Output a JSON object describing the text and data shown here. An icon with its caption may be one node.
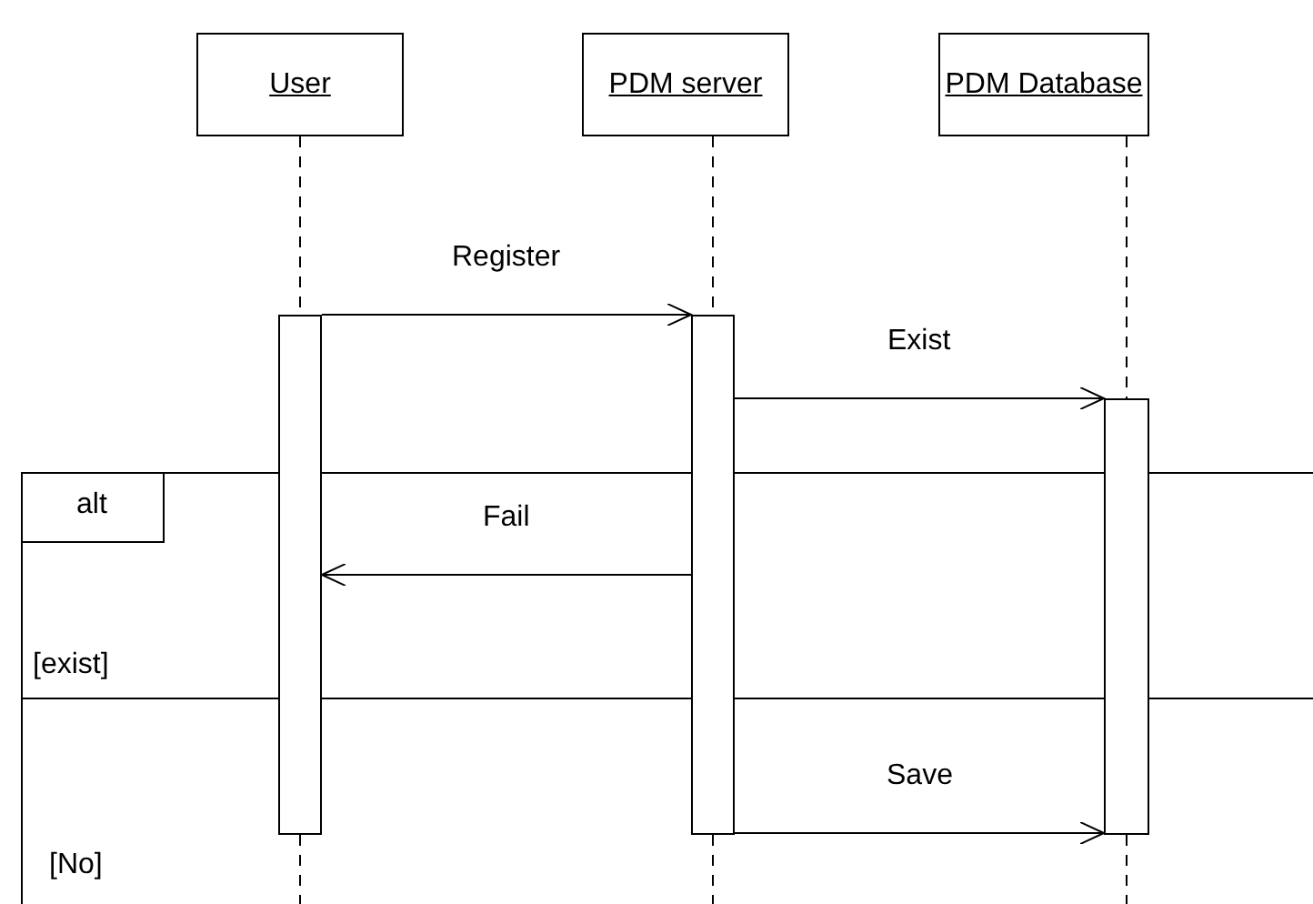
{
  "diagram": {
    "nodes": [
      {
        "text": [
          "User"
        ]
      },
      {
        "text": [
          "PDM server"
        ]
      },
      {
        "text": [
          "PDM Database"
        ]
      },
      {
        "text": [],
        "shape": "bar"
      },
      {
        "text": [],
        "shape": "bar"
      },
      {
        "text": [],
        "shape": "bar"
      }
    ],
    "edges": [
      {
        "from": 0,
        "to": 3,
        "arrow": "none",
        "style": "dashed"
      },
      {
        "from": 1,
        "to": 4,
        "arrow": "none",
        "style": "dashed"
      },
      {
        "from": 2,
        "to": 5,
        "arrow": "none",
        "style": "dashed"
      },
      {
        "from": 3,
        "to": 4,
        "arrow": "to",
        "label": "Register"
      },
      {
        "from": 4,
        "to": 5,
        "arrow": "to",
        "label": "Exist"
      },
      {
        "from": 4,
        "to": 3,
        "arrow": "to",
        "label": "Fail"
      },
      {
        "from": 4,
        "to": 5,
        "arrow": "to",
        "label": "Save"
      }
    ],
    "labels": [
      "alt",
      "[exist]",
      "[No]"
    ]
  }
}
